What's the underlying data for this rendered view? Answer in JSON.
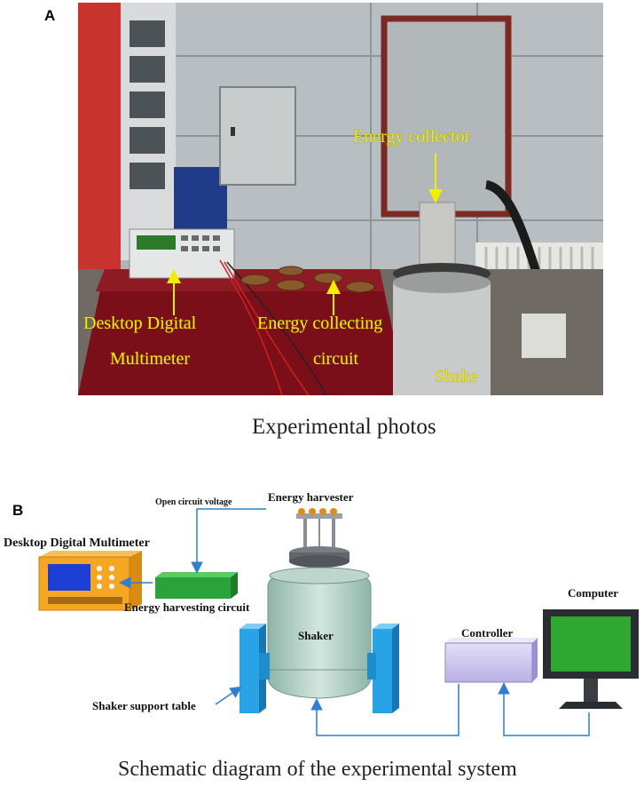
{
  "panel_a": {
    "letter": "A",
    "caption": "Experimental photos",
    "labels": {
      "energy_collector": "Energy collector",
      "multimeter_line1": "Desktop Digital",
      "multimeter_line2": "Multimeter",
      "circuit_line1": "Energy collecting",
      "circuit_line2": "circuit",
      "shake": "Shake"
    }
  },
  "panel_b": {
    "letter": "B",
    "caption": "Schematic diagram of the experimental system",
    "labels": {
      "open_circuit_voltage": "Open circuit voltage",
      "energy_harvester": "Energy harvester",
      "desktop_digital_multimeter": "Desktop Digital Multimeter",
      "energy_harvesting_circuit": "Energy harvesting circuit",
      "shaker": "Shaker",
      "shaker_support_table": "Shaker support table",
      "controller": "Controller",
      "computer": "Computer"
    }
  },
  "colors": {
    "label_yellow": "#f2ee00",
    "arrow_blue": "#2e7fcf",
    "multimeter_orange": "#f5a623",
    "circuit_green": "#2aa43a",
    "support_cyan": "#27a3e6",
    "controller_lavender": "#c9c3ec",
    "computer_screen": "#2ea82e"
  }
}
